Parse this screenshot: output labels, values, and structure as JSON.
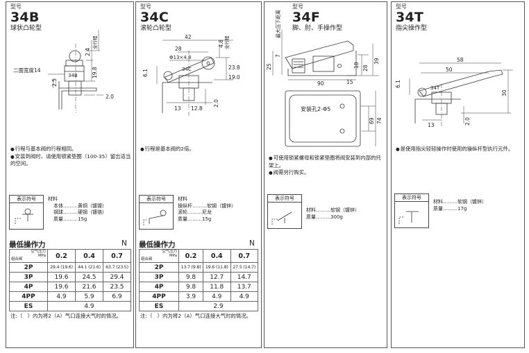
{
  "common": {
    "model_label": "型号",
    "symbol_title": "表示符号",
    "material_title": "材料",
    "force_title": "最低操作力",
    "force_unit": "N",
    "table_corner_top": "空气压力",
    "table_corner_unit": "MPa",
    "table_corner_bottom": "组合阀",
    "pressures": [
      "0.2",
      "0.4",
      "0.7"
    ]
  },
  "p34B": {
    "code": "34B",
    "name": "球状凸轮型",
    "dims": {
      "d24": "2.4",
      "stroke": "全行程",
      "d198": "19.8",
      "d25": "2.5",
      "d20": "2.0",
      "flat": "二面宽度14",
      "part": "34B"
    },
    "notes": [
      "行程与基本阀的行程相同。",
      "安装到阀时，请使用锁紧垫圈（100-35）留出适当的空间。"
    ],
    "materials": [
      "本体………黄铜（镀镍）",
      "钢球………硬钢（镀铬）",
      "质量………15g"
    ],
    "rows": [
      {
        "label": "2P",
        "small": true,
        "values": [
          "29.4 (19.6)",
          "44.1 (21.6)",
          "63.7 (23.5)"
        ]
      },
      {
        "label": "3P",
        "small": false,
        "values": [
          "19.6",
          "24.5",
          "29.4"
        ]
      },
      {
        "label": "4P",
        "small": false,
        "values": [
          "19.6",
          "21.6",
          "23.5"
        ]
      },
      {
        "label": "4PP",
        "small": false,
        "values": [
          "4.9",
          "5.9",
          "6.9"
        ]
      }
    ],
    "es_label": "ES",
    "es_value": "4.9",
    "footnote": "注:（　）内为将2（A）气口连接大气时的情况。"
  },
  "p34C": {
    "code": "34C",
    "name": "滚轮凸轮型",
    "dims": {
      "d42": "42",
      "d28": "28",
      "roller": "Φ13×4.8",
      "d48": "4.8",
      "stroke": "全行程",
      "d238": "23.8",
      "d190": "19.0",
      "d61": "6.1",
      "d13": "13",
      "d128": "12.8",
      "d20": "2.0",
      "part": "34C"
    },
    "notes": [
      "行程是基本阀的2倍。"
    ],
    "materials": [
      "操纵杆………软钢（镀锌）",
      "滚轮………尼龙",
      "质量………15g"
    ],
    "rows": [
      {
        "label": "2P",
        "small": true,
        "values": [
          "13.7 (9.8)",
          "19.6 (11.8)",
          "27.5 (14.7)"
        ]
      },
      {
        "label": "3P",
        "small": false,
        "values": [
          "9.8",
          "12.7",
          "14.7"
        ]
      },
      {
        "label": "4P",
        "small": false,
        "values": [
          "9.8",
          "11.8",
          "13.7"
        ]
      },
      {
        "label": "4PP",
        "small": false,
        "values": [
          "3.9",
          "4.9",
          "4.9"
        ]
      }
    ],
    "es_label": "ES",
    "es_value": "2.9",
    "footnote": "注:（　）内为将2（A）气口连接大气时的情况。"
  },
  "p34F": {
    "code": "34F",
    "name": "脚、肘、手操作型",
    "dims": {
      "vert": "最大压下距离",
      "d7": "7",
      "d25": "25",
      "d28": "28",
      "d39": "39",
      "d18": "18",
      "d15": "15",
      "d90": "90",
      "hole": "安装孔2-Φ5",
      "d69": "69",
      "d74": "74"
    },
    "notes": [
      "可使用锁紧螺母和锁紧垫圈将阀安装到内部的托架上。",
      "阀需另行购买。"
    ],
    "materials": [
      "材料………软钢（镀锌）",
      "质量………300g"
    ]
  },
  "p34T": {
    "code": "34T",
    "name": "指尖操作型",
    "dims": {
      "d58": "58",
      "d50": "50",
      "d61": "6.1",
      "d30": "30",
      "d13": "13",
      "d20": "2.0",
      "part": "34T"
    },
    "notes": [
      "是使用指尖轻轻操作时使用的操纵杆型执行元件。"
    ],
    "materials": [
      "材料………软钢（镀锌）",
      "质量………17g"
    ]
  }
}
